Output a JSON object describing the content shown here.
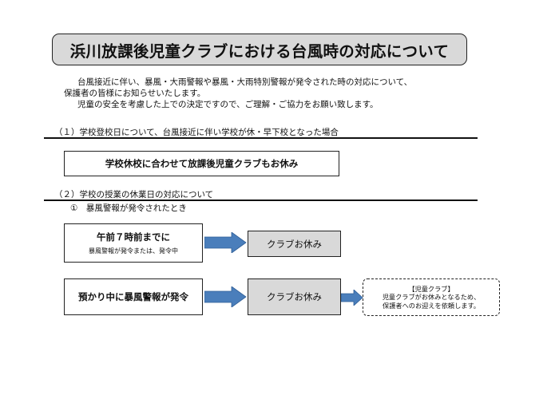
{
  "title": "浜川放課後児童クラブにおける台風時の対応について",
  "intro": {
    "line1": "台風接近に伴い、暴風・大雨警報や暴風・大雨特別警報が発令された時の対応について、",
    "line2": "保護者の皆様にお知らせいたします。",
    "line3": "児童の安全を考慮した上での決定ですので、ご理解・ご協力をお願い致します。"
  },
  "section1": {
    "heading": "（１）学校登校日について、台風接近に伴い学校が休・早下校となった場合",
    "box": "学校休校に合わせて放課後児童クラブもお休み"
  },
  "section2": {
    "heading": "（２）学校の授業の休業日の対応について",
    "sub": "①　暴風警報が発令されたとき",
    "row1": {
      "condition": "午前７時前までに",
      "condition_note": "暴風警報が発令または、発令中",
      "result": "クラブお休み"
    },
    "row2": {
      "condition": "預かり中に暴風警報が発令",
      "result": "クラブお休み",
      "note_title": "【児童クラブ】",
      "note_line1": "児童クラブがお休みとなるため、",
      "note_line2": "保護者へのお迎えを依頼します。"
    }
  },
  "colors": {
    "arrow": "#4a7ebb",
    "box_fill": "#d9d9d9"
  }
}
